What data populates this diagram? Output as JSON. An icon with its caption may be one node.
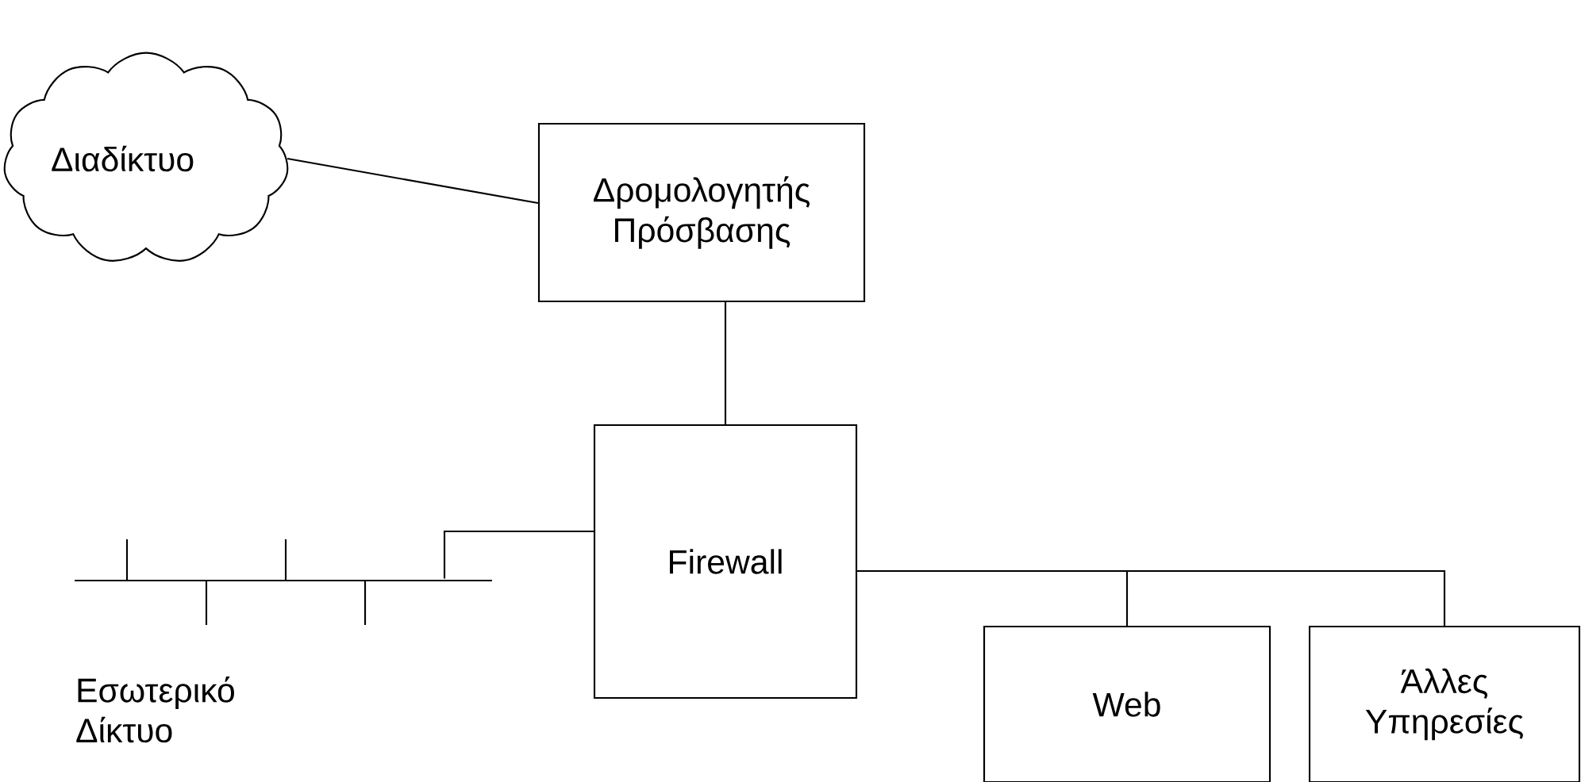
{
  "diagram": {
    "nodes": [
      {
        "text": [
          "Διαδίκτυο"
        ]
      },
      {
        "text": [
          "Δρομολογητής Πρόσβασης"
        ]
      },
      {
        "text": [
          "Firewall"
        ]
      },
      {
        "text": [],
        "shape": "bar",
        "beside": [
          "Εσωτερικό Δίκτυο"
        ]
      },
      {
        "text": [
          "Web"
        ]
      },
      {
        "text": [
          "Άλλες Υπηρεσίες"
        ]
      }
    ],
    "edges": [
      {
        "from": 0,
        "to": 1,
        "arrow": "none"
      },
      {
        "from": 1,
        "to": 2,
        "arrow": "none"
      },
      {
        "from": 2,
        "to": 3,
        "arrow": "none"
      },
      {
        "from": 2,
        "to": 4,
        "arrow": "none"
      },
      {
        "from": 2,
        "to": 5,
        "arrow": "none"
      }
    ]
  }
}
